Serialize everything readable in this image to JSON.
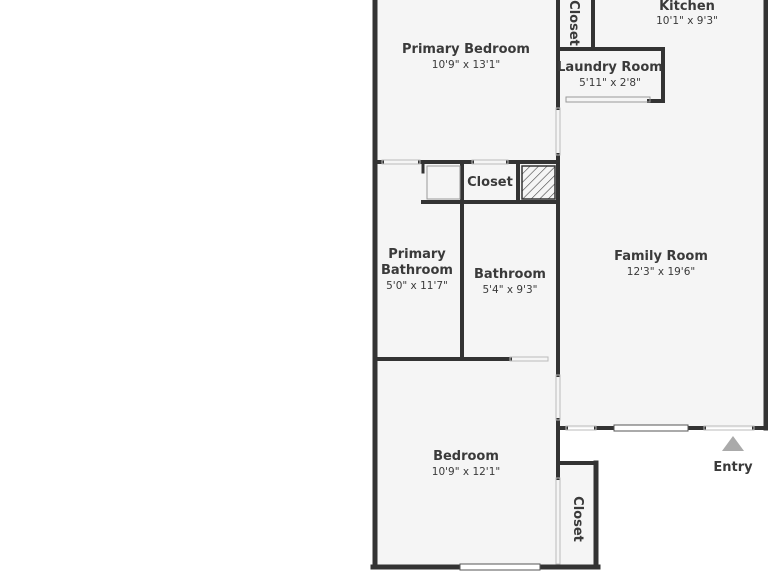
{
  "rooms": {
    "kitchen": {
      "name": "Kitchen",
      "dim": "10'1\" x 9'3\""
    },
    "primary_bedroom": {
      "name": "Primary Bedroom",
      "dim": "10'9\" x 13'1\""
    },
    "laundry": {
      "name": "Laundry Room",
      "dim": "5'11\" x 2'8\""
    },
    "closet_top": {
      "name": "Closet"
    },
    "closet_mid": {
      "name": "Closet"
    },
    "primary_bathroom": {
      "name_line1": "Primary",
      "name_line2": "Bathroom",
      "dim": "5'0\" x 11'7\""
    },
    "bathroom": {
      "name": "Bathroom",
      "dim": "5'4\" x 9'3\""
    },
    "family_room": {
      "name": "Family Room",
      "dim": "12'3\" x 19'6\""
    },
    "bedroom": {
      "name": "Bedroom",
      "dim": "10'9\" x 12'1\""
    },
    "closet_bottom": {
      "name": "Closet"
    }
  },
  "entry": {
    "label": "Entry"
  },
  "colors": {
    "floor": "#f5f5f5",
    "wall": "#333333",
    "text": "#3a3a3a",
    "arrow": "#aaaaaa"
  }
}
